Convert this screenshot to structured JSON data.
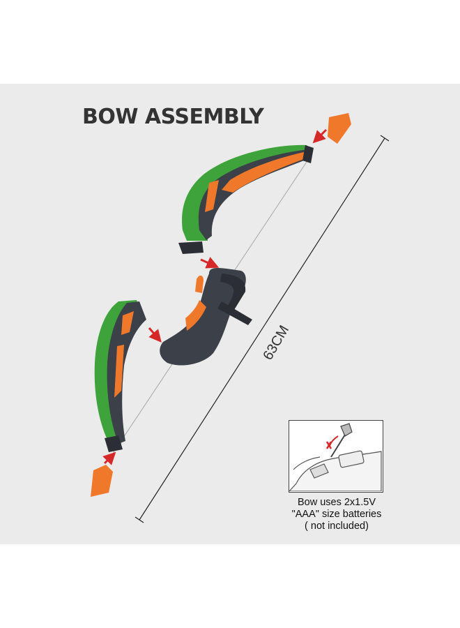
{
  "title": "BOW ASSEMBLY",
  "dimension": "63CM",
  "battery_note": {
    "line1": "Bow uses 2x1.5V",
    "line2": "\"AAA\" size batteries",
    "line3": "( not included)"
  },
  "colors": {
    "background": "#ebebeb",
    "limb_green": "#3ea33a",
    "accent_orange": "#f0782a",
    "body_gray": "#3c4048",
    "arrow_red": "#d62828"
  },
  "icons": [
    "bow-upper-limb",
    "bow-lower-limb",
    "bow-grip",
    "limb-tip-cap",
    "assembly-arrow",
    "screwdriver-icon"
  ]
}
